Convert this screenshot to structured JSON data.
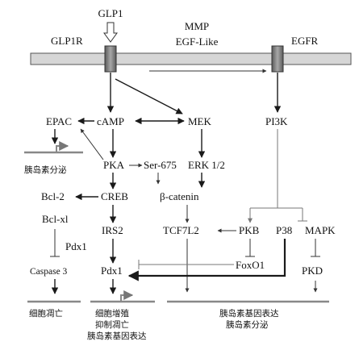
{
  "labels": {
    "glp1": "GLP1",
    "glp1r": "GLP1R",
    "mmp": "MMP",
    "egf_like": "EGF-Like",
    "egfr": "EGFR",
    "camp": "cAMP",
    "epac": "EPAC",
    "mek": "MEK",
    "pi3k": "PI3K",
    "pka": "PKA",
    "ser675": "Ser-675",
    "erk": "ERK 1/2",
    "bcl2": "Bcl-2",
    "creb": "CREB",
    "beta_catenin": "β-catenin",
    "bclxl": "Bcl-xl",
    "pdx1_small": "Pdx1",
    "irs2": "IRS2",
    "tcf7l2": "TCF7L2",
    "pkb": "PKB",
    "p38": "P38",
    "mapk": "MAPK",
    "caspase3": "Caspase 3",
    "pdx1": "Pdx1",
    "foxo1": "FoxO1",
    "pkd": "PKD"
  },
  "outputs": {
    "insulin_secretion_top": "胰岛素分泌",
    "apoptosis": "细胞凋亡",
    "proliferation": "细胞增殖",
    "inhibit_apoptosis": "抑制凋亡",
    "insulin_gene_expr_left": "胰岛素基因表达",
    "insulin_gene_expr_right": "胰岛素基因表达",
    "insulin_secretion_right": "胰岛素分泌"
  },
  "colors": {
    "membrane_fill": "#d6d6d6",
    "receptor_fill": "#808080",
    "line": "#1a1a1a",
    "gene_line": "#888888"
  }
}
